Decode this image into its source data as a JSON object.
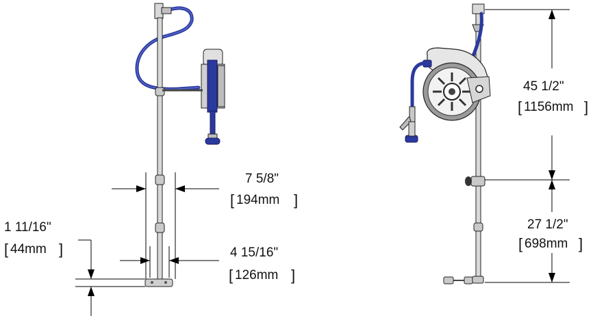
{
  "dimensions": {
    "reel_width_in": "7 5/8\"",
    "reel_width_mm": "194mm",
    "post_spacing_in": "4 15/16\"",
    "post_spacing_mm": "126mm",
    "base_height_in": "1 11/16\"",
    "base_height_mm": "44mm",
    "upper_height_in": "45 1/2\"",
    "upper_height_mm": "1156mm",
    "lower_height_in": "27 1/2\"",
    "lower_height_mm": "698mm"
  },
  "colors": {
    "hose": "#2b3a9e",
    "hose_highlight": "#5a6ad0",
    "metal": "#d9d9d9",
    "outline": "#222222",
    "drum": "#9a9a9a"
  }
}
